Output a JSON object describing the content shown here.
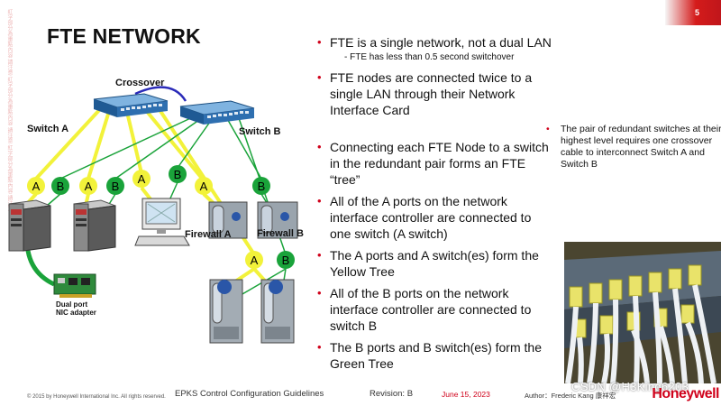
{
  "slide": {
    "page_number": "5",
    "title": "FTE NETWORK",
    "side_strip_text": "紅字部分為重點內容 請注意 紅字部分為重點內容 請注意 紅字部分為重點內容 請注意"
  },
  "diagram": {
    "crossover_label": "Crossover",
    "switch_a_label": "Switch A",
    "switch_b_label": "Switch B",
    "firewall_a_label": "Firewall A",
    "firewall_b_label": "Firewall B",
    "nic_label_line1": "Dual port",
    "nic_label_line2": "NIC adapter",
    "port_a": "A",
    "port_b": "B",
    "colors": {
      "yellow_tree": "#f2f23a",
      "green_tree": "#1aa33a",
      "crossover_cable": "#2a2ab8",
      "switch_body": "#2e6fb0"
    }
  },
  "bullets_top": [
    "FTE is a single network, not a dual LAN",
    "FTE nodes are connected twice to a single LAN through their Network Interface Card"
  ],
  "sub_bullet": "-  FTE has less than 0.5 second switchover",
  "bullets_bottom": [
    "Connecting each FTE Node to a switch in the redundant pair forms an FTE “tree”",
    "All of the A ports on the network interface controller are connected to one switch (A switch)",
    "The A ports and A switch(es) form the Yellow Tree",
    "All of the B ports on the network interface controller are connected to switch B",
    "The B ports and B switch(es) form the Green Tree"
  ],
  "note": "The pair of redundant switches at their highest level requires one crossover cable to interconnect Switch A and Switch B",
  "footer": {
    "copyright": "© 2015 by Honeywell International Inc. All rights reserved.",
    "doc_title": "EPKS Control Configuration Guidelines",
    "revision": "Revision:  B",
    "date": "June 15, 2023",
    "author": "Author：Frederic Kang 康祥宏",
    "watermark": "CSDN @H3King6203",
    "brand": "Honeywell"
  }
}
